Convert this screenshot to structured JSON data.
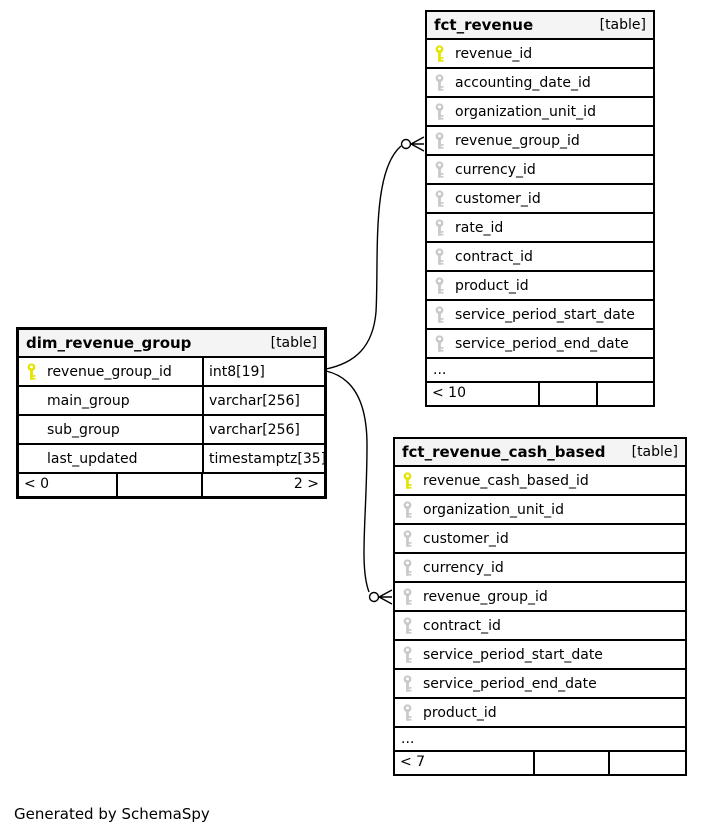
{
  "page": {
    "generated_by": "Generated by SchemaSpy"
  },
  "colors": {
    "pk_key": "#e4e400",
    "fk_key": "#c9c9c9",
    "header_bg": "#f4f4f4",
    "border": "#000000"
  },
  "tables": [
    {
      "name": "fct_revenue",
      "badge": "[table]",
      "columns": [
        {
          "name": "revenue_id",
          "key": "pk"
        },
        {
          "name": "accounting_date_id",
          "key": "fk"
        },
        {
          "name": "organization_unit_id",
          "key": "fk"
        },
        {
          "name": "revenue_group_id",
          "key": "fk"
        },
        {
          "name": "currency_id",
          "key": "fk"
        },
        {
          "name": "customer_id",
          "key": "fk"
        },
        {
          "name": "rate_id",
          "key": "fk"
        },
        {
          "name": "contract_id",
          "key": "fk"
        },
        {
          "name": "product_id",
          "key": "fk"
        },
        {
          "name": "service_period_start_date",
          "key": "fk"
        },
        {
          "name": "service_period_end_date",
          "key": "fk"
        }
      ],
      "ellipsis": "...",
      "footer": {
        "left": "< 10",
        "mid": "",
        "right": ""
      }
    },
    {
      "name": "dim_revenue_group",
      "badge": "[table]",
      "columns": [
        {
          "name": "revenue_group_id",
          "key": "pk",
          "type": "int8[19]"
        },
        {
          "name": "main_group",
          "key": "",
          "type": "varchar[256]"
        },
        {
          "name": "sub_group",
          "key": "",
          "type": "varchar[256]"
        },
        {
          "name": "last_updated",
          "key": "",
          "type": "timestamptz[35]"
        }
      ],
      "footer": {
        "left": "< 0",
        "mid": "",
        "right": "2 >"
      }
    },
    {
      "name": "fct_revenue_cash_based",
      "badge": "[table]",
      "columns": [
        {
          "name": "revenue_cash_based_id",
          "key": "pk"
        },
        {
          "name": "organization_unit_id",
          "key": "fk"
        },
        {
          "name": "customer_id",
          "key": "fk"
        },
        {
          "name": "currency_id",
          "key": "fk"
        },
        {
          "name": "revenue_group_id",
          "key": "fk"
        },
        {
          "name": "contract_id",
          "key": "fk"
        },
        {
          "name": "service_period_start_date",
          "key": "fk"
        },
        {
          "name": "service_period_end_date",
          "key": "fk"
        },
        {
          "name": "product_id",
          "key": "fk"
        }
      ],
      "ellipsis": "...",
      "footer": {
        "left": "< 7",
        "mid": "",
        "right": ""
      }
    }
  ]
}
